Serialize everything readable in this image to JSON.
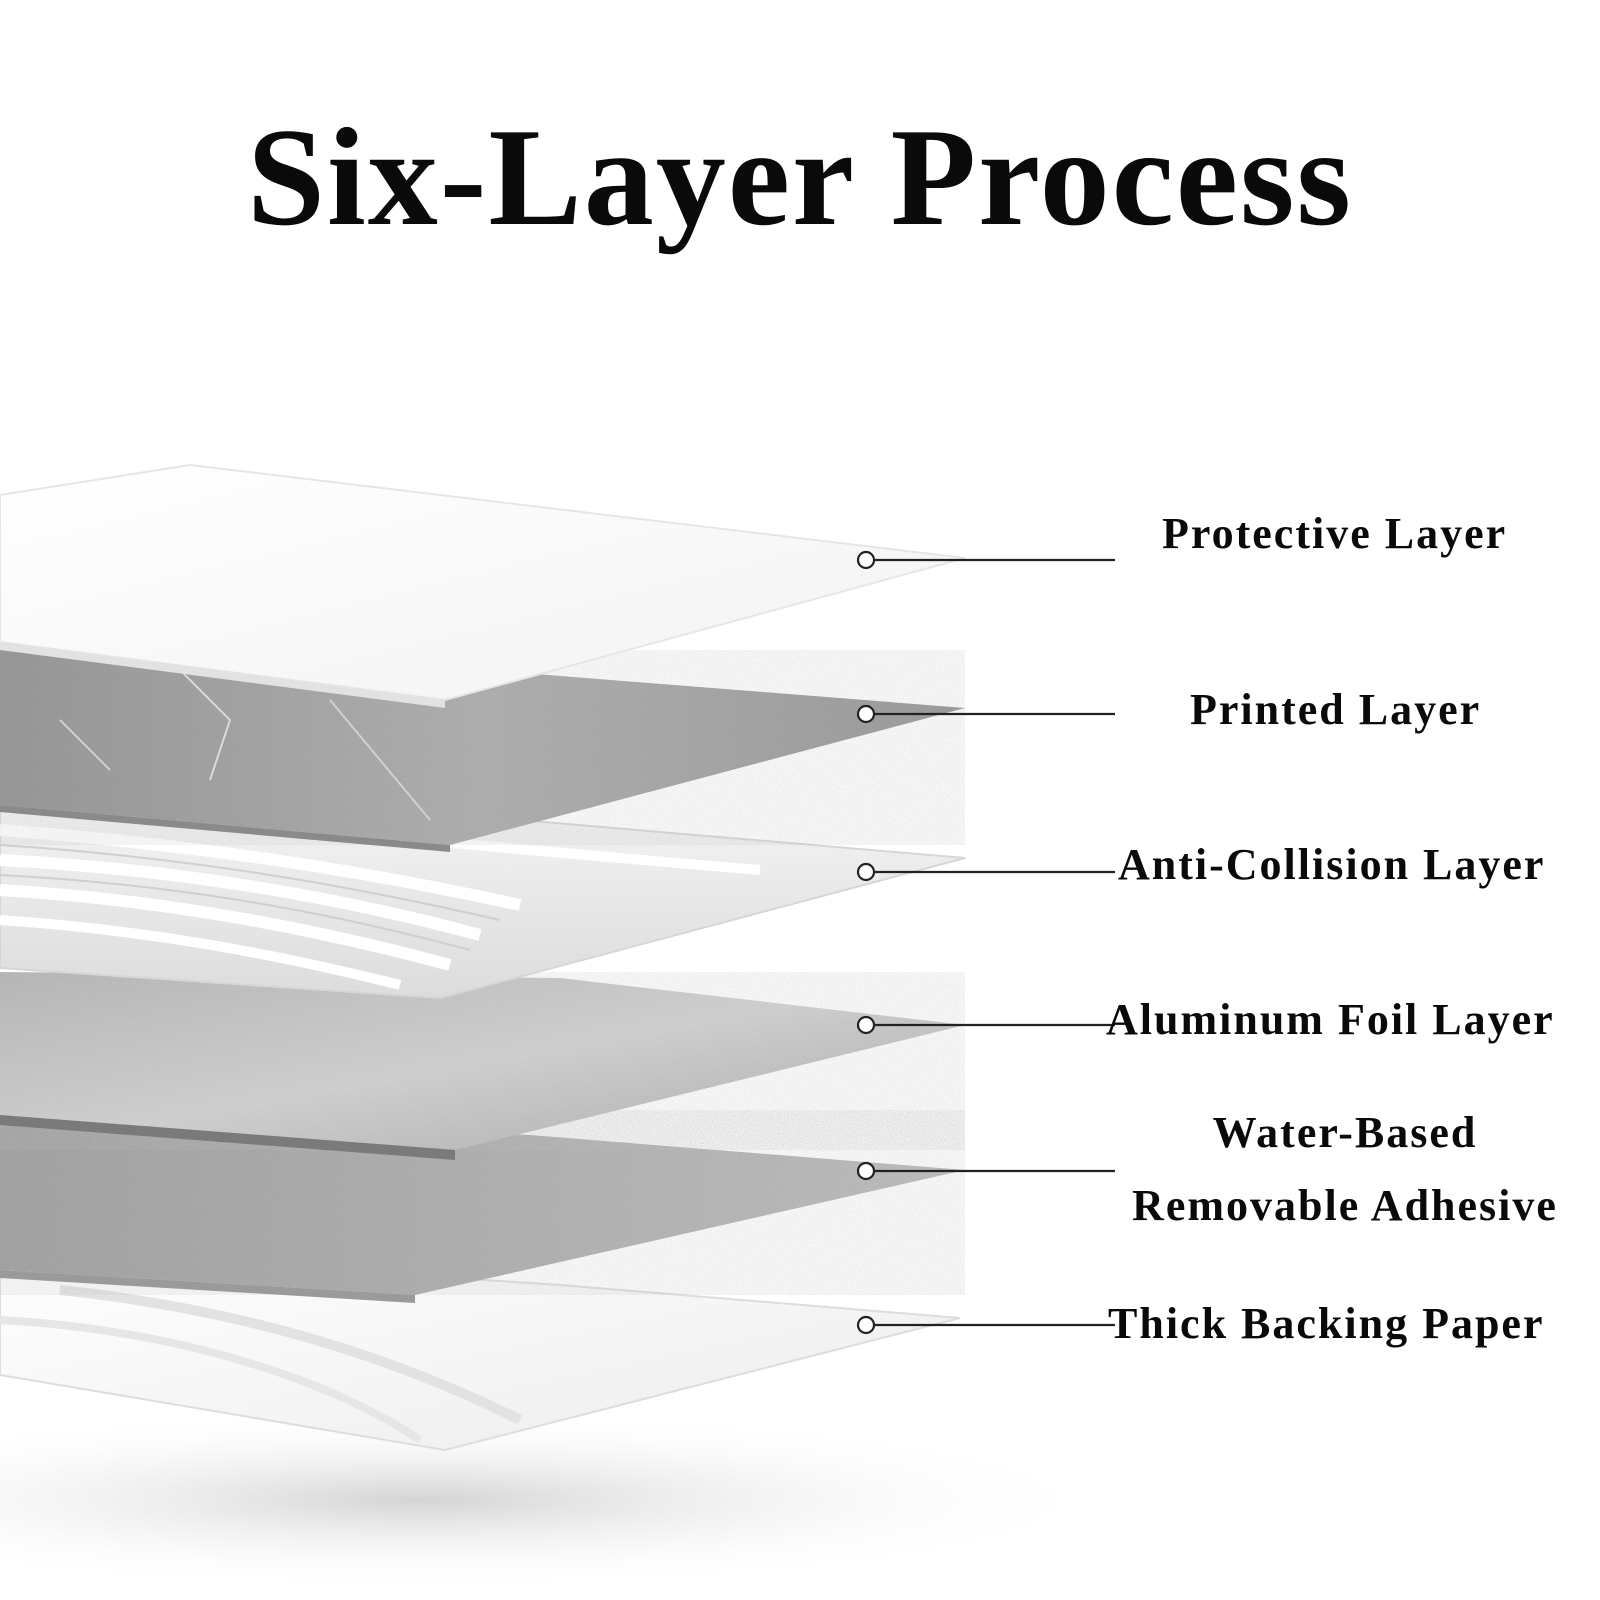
{
  "title": "Six-Layer Process",
  "layers": [
    {
      "label": "Protective Layer"
    },
    {
      "label": "Printed Layer"
    },
    {
      "label": "Anti-Collision Layer"
    },
    {
      "label": "Aluminum Foil Layer"
    },
    {
      "label": "Water-Based",
      "label2": "Removable Adhesive"
    },
    {
      "label": "Thick Backing Paper"
    }
  ],
  "colors": {
    "protective": "#fdfdfd",
    "printed": "#a9a9a9",
    "anti_collision": "#e9e9e9",
    "aluminum": "#c4c4c4",
    "adhesive": "#b5b5b5",
    "backing": "#f6f6f6",
    "leader": "#222222"
  }
}
